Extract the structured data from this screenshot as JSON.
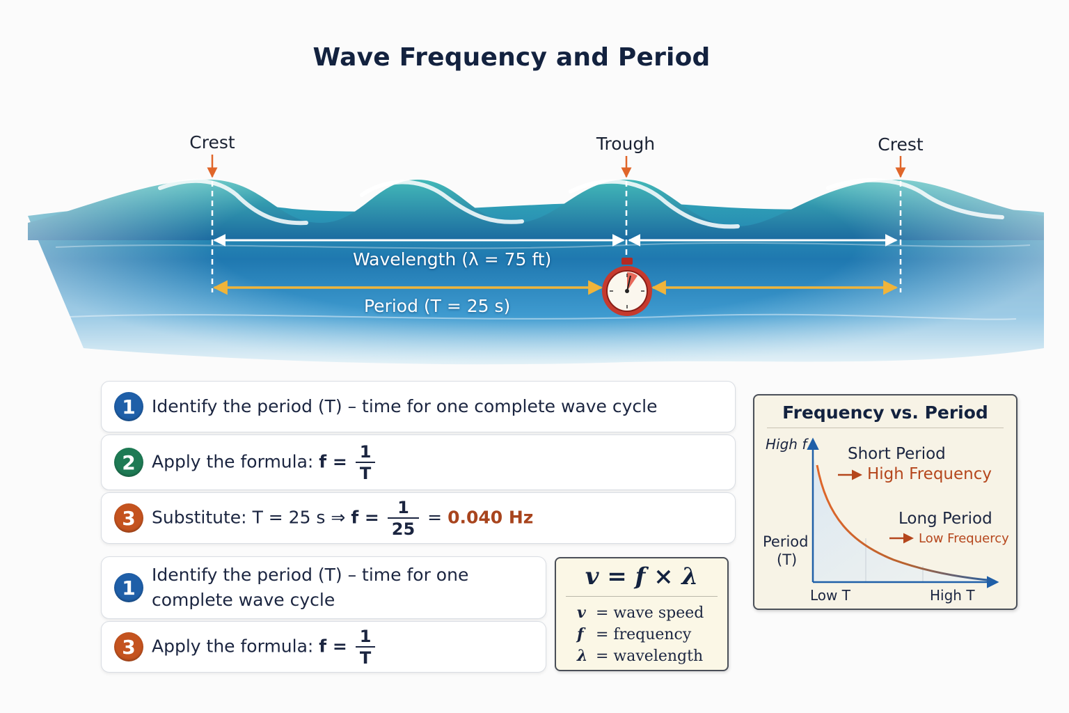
{
  "title": "Wave Frequency and Period",
  "wave": {
    "marker_labels": [
      "Crest",
      "Trough",
      "Crest"
    ],
    "wavelength_label": "Wavelength (λ = 75 ft)",
    "period_label": "Period (T = 25 s)",
    "colors": {
      "wavelength_arrow": "#ffffff",
      "period_arrow": "#f0b43a",
      "marker_arrow": "#e0662a"
    }
  },
  "steps": [
    {
      "num": "1",
      "color": "#1f5fa8",
      "text": "Identify the period (T) – time for one complete wave cycle"
    },
    {
      "num": "2",
      "color": "#1e7a54",
      "prefix": "Apply the formula:",
      "formula_lhs": "f =",
      "frac_num": "1",
      "frac_den": "T"
    },
    {
      "num": "3",
      "color": "#c4531f",
      "prefix": "Substitute:",
      "substitution": "T = 25 s ⇒",
      "formula_lhs": "f =",
      "frac_num": "1",
      "frac_den": "25",
      "equals": "=",
      "result": "0.040 Hz"
    }
  ],
  "steps_repeat": [
    {
      "num": "1",
      "color": "#1f5fa8",
      "line1": "Identify the period (T) – time for one",
      "line2": "complete wave cycle"
    },
    {
      "num": "3",
      "color": "#c4531f",
      "prefix": "Apply the formula:",
      "formula_lhs": "f =",
      "frac_num": "1",
      "frac_den": "T"
    }
  ],
  "formula_box": {
    "formula": "v = f × λ",
    "legend": [
      {
        "symbol": "v",
        "text": "= wave speed"
      },
      {
        "symbol": "f",
        "text": "= frequency"
      },
      {
        "symbol": "λ",
        "text": "= wavelength"
      }
    ]
  },
  "graph": {
    "title": "Frequency vs. Period",
    "y_axis_label_top": "High f",
    "y_axis_label_mid": "Period",
    "y_axis_label_mid2": "(T)",
    "x_tick_low": "Low T",
    "x_tick_high": "High T",
    "annotation_short": "Short Period",
    "annotation_short_result": "High Frequency",
    "annotation_long": "Long Period",
    "annotation_long_result": "Low Frequercy",
    "colors": {
      "curve_start": "#e0662a",
      "curve_end": "#1f5fa8",
      "annotation": "#b5461c"
    }
  }
}
